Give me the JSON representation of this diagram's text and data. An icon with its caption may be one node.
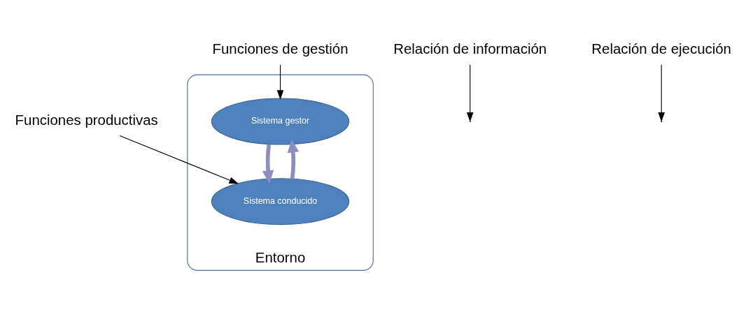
{
  "diagram": {
    "nodes": [
      {
        "text": [
          "Entorno"
        ]
      },
      {
        "text": [
          "Sistema gestor"
        ],
        "in": 0
      },
      {
        "text": [
          "Sistema conducido"
        ],
        "in": 0
      },
      {
        "text": [
          "Funciones de gestión"
        ]
      },
      {
        "text": [
          "Relación de información"
        ]
      },
      {
        "text": [
          "Relación de ejecución"
        ]
      },
      {
        "text": [
          "Funciones productivas"
        ]
      }
    ],
    "edges": [
      {
        "from": 2,
        "to": 1,
        "arrow": "to",
        "style": "thick",
        "color": "#8e8cc0"
      },
      {
        "from": 1,
        "to": 2,
        "arrow": "to",
        "style": "thick",
        "color": "#8e8cc0"
      },
      {
        "from": 3,
        "to": 1,
        "arrow": "to"
      },
      {
        "from": 4,
        "to": null,
        "arrow": "to"
      },
      {
        "from": 5,
        "to": null,
        "arrow": "to"
      },
      {
        "from": 6,
        "to": 2,
        "arrow": "to"
      }
    ]
  }
}
